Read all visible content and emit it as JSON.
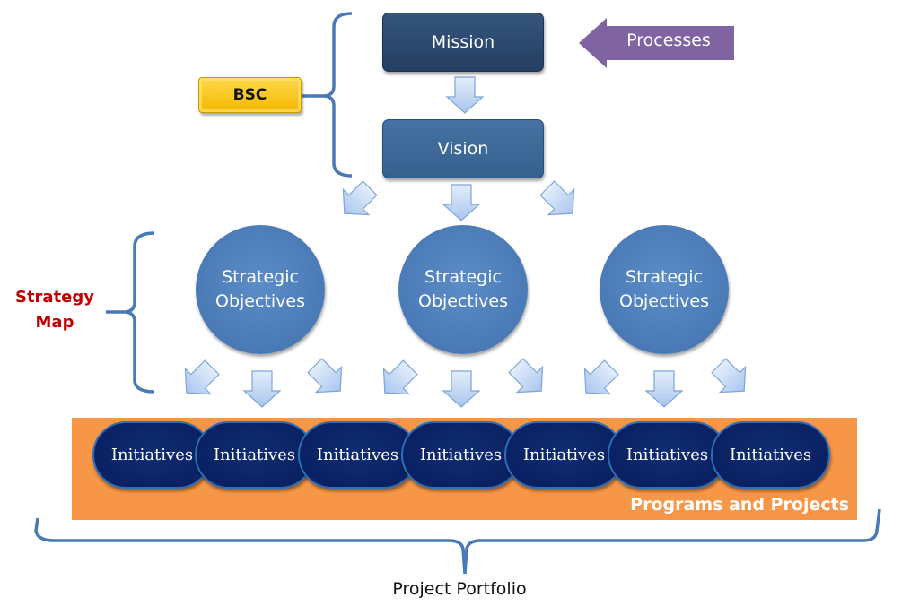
{
  "diagram": {
    "mission": {
      "label": "Mission"
    },
    "vision": {
      "label": "Vision"
    },
    "processes": {
      "label": "Processes",
      "color": "#8064a2"
    },
    "bsc": {
      "label": "BSC",
      "color": "#ffc000"
    },
    "strategy_map": {
      "line1": "Strategy",
      "line2": "Map",
      "color": "#c00000"
    },
    "objectives": [
      {
        "line1": "Strategic",
        "line2": "Objectives"
      },
      {
        "line1": "Strategic",
        "line2": "Objectives"
      },
      {
        "line1": "Strategic",
        "line2": "Objectives"
      }
    ],
    "initiatives": [
      {
        "label": "Initiatives"
      },
      {
        "label": "Initiatives"
      },
      {
        "label": "Initiatives"
      },
      {
        "label": "Initiatives"
      },
      {
        "label": "Initiatives"
      },
      {
        "label": "Initiatives"
      },
      {
        "label": "Initiatives"
      }
    ],
    "programs_and_projects": {
      "label": "Programs and Projects",
      "color": "#f79646"
    },
    "project_portfolio": {
      "label": "Project Portfolio"
    },
    "colors": {
      "mission": "#2a4a6e",
      "vision": "#3b6491",
      "objective": "#4f81bd",
      "initiative": "#0a2263",
      "brace": "#4a7ab5",
      "arrow_fill": "#c6d9f1"
    }
  }
}
